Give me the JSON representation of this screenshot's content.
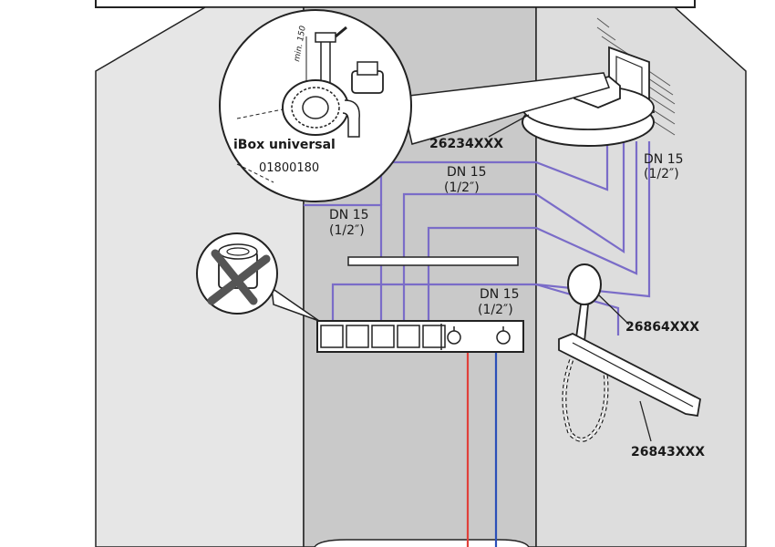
{
  "colors": {
    "wall_light": "#e6e6e6",
    "wall_center": "#c8c8c8",
    "wall_side": "#d9d9d9",
    "outline": "#222222",
    "pipe": "#7a6cc8",
    "hot": "#e0403a",
    "cold": "#2b4fb8"
  },
  "labels": {
    "overhead_shower_code": "26234XXX",
    "hand_shower_code": "26864XXX",
    "rail_code": "26843XXX",
    "ibox_title": "iBox universal",
    "ibox_code": "01800180",
    "ibox_dimension": "min. 150",
    "dn_top_right_line1": "DN 15",
    "dn_top_right_line2": "(1/2″)",
    "dn_top_center_line1": "DN 15",
    "dn_top_center_line2": "(1/2″)",
    "dn_left_line1": "DN 15",
    "dn_left_line2": "(1/2″)",
    "dn_bottom_line1": "DN 15",
    "dn_bottom_line2": "(1/2″)"
  },
  "icons": {
    "ibox_detail": "ibox-detail-icon",
    "no_plug": "no-plug-crossed-icon",
    "overhead_shower": "overhead-shower-icon",
    "hand_shower": "hand-shower-icon",
    "thermostat_panel": "thermostat-panel-icon"
  }
}
